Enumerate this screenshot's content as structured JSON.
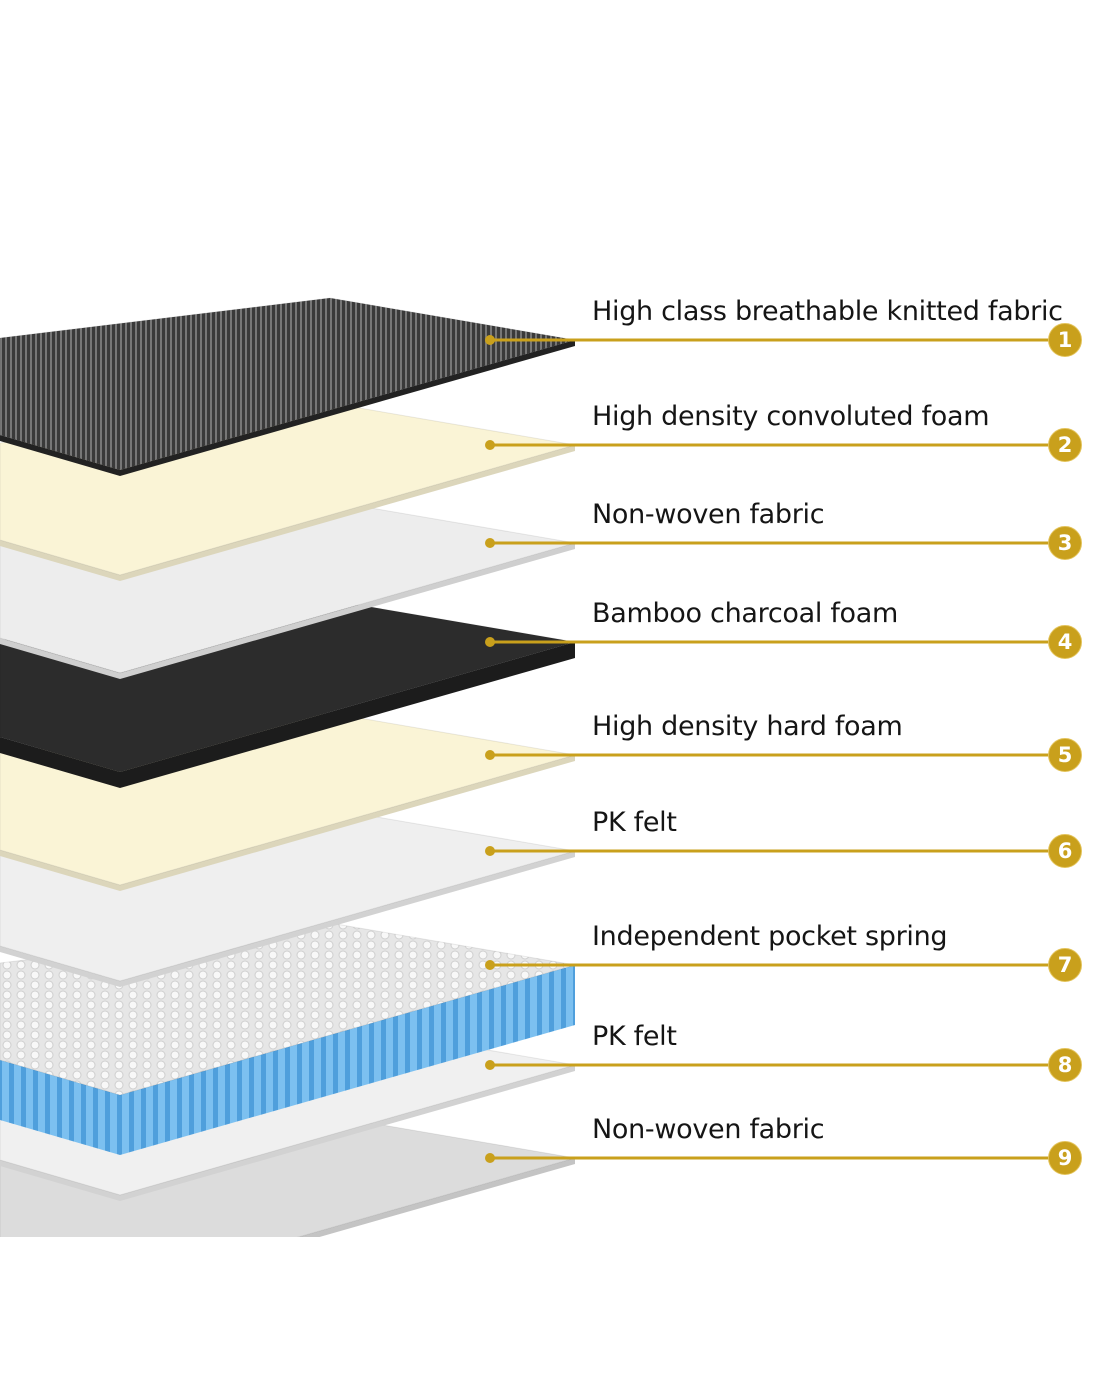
{
  "accent_color": "#c9a01c",
  "layers": [
    {
      "number": "1",
      "label": "High class breathable knitted fabric",
      "color": "#3d3d3d",
      "edge": "#222222"
    },
    {
      "number": "2",
      "label": "High density convoluted foam",
      "color": "#faf4d6",
      "edge": "#dcd6bb"
    },
    {
      "number": "3",
      "label": "Non-woven fabric",
      "color": "#ededed",
      "edge": "#cfcfcf"
    },
    {
      "number": "4",
      "label": "Bamboo charcoal foam",
      "color": "#2c2c2c",
      "edge": "#1c1c1c"
    },
    {
      "number": "5",
      "label": "High density hard foam",
      "color": "#faf4d6",
      "edge": "#dcd6bb"
    },
    {
      "number": "6",
      "label": "PK felt",
      "color": "#efefef",
      "edge": "#d2d2d2"
    },
    {
      "number": "7",
      "label": "Independent pocket spring",
      "color": "#e9e9e9",
      "edge": "#5aa8e0"
    },
    {
      "number": "8",
      "label": "PK felt",
      "color": "#f0f0f0",
      "edge": "#d2d2d2"
    },
    {
      "number": "9",
      "label": "Non-woven fabric",
      "color": "#dcdcdc",
      "edge": "#c4c4c4"
    }
  ]
}
